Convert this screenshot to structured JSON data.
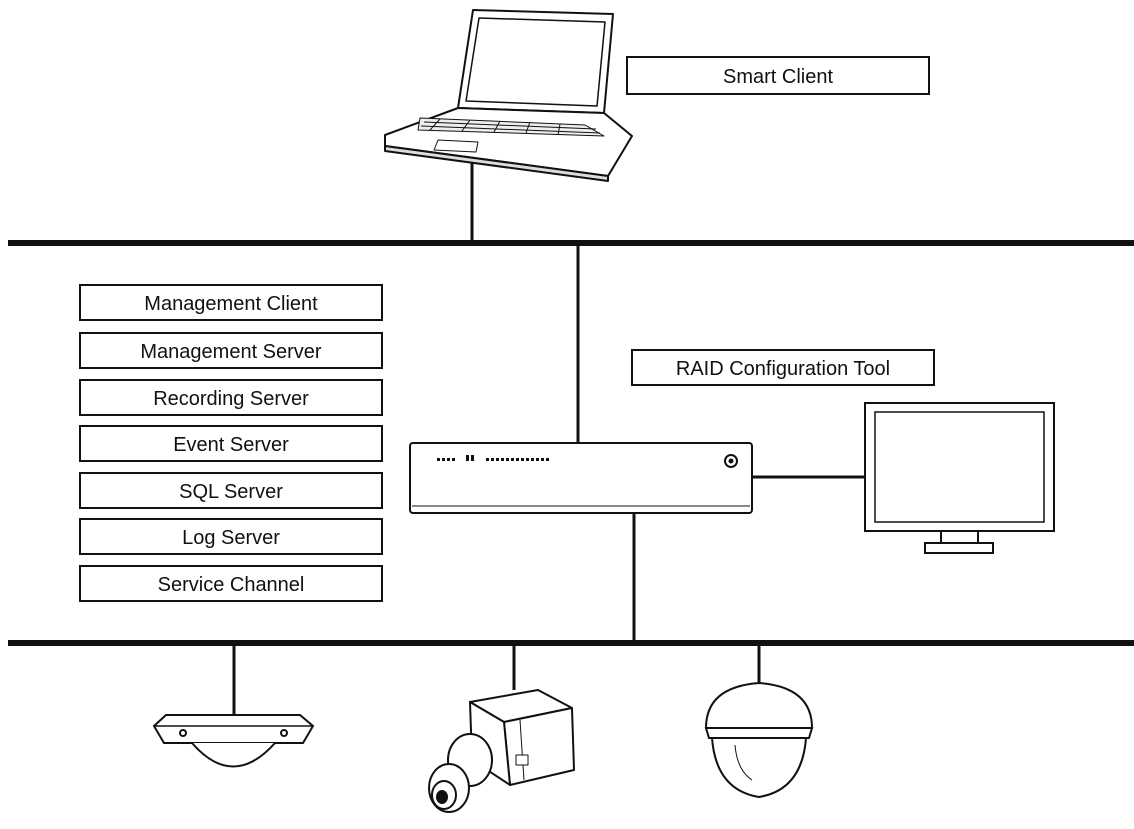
{
  "labels": {
    "smart_client": "Smart Client",
    "raid_tool": "RAID Configuration Tool"
  },
  "components": [
    "Management Client",
    "Management Server",
    "Recording Server",
    "Event Server",
    "SQL Server",
    "Log Server",
    "Service Channel"
  ],
  "icons": {
    "laptop": "laptop-icon",
    "server": "server-appliance-icon",
    "monitor": "monitor-icon",
    "camera_fisheye": "fisheye-camera-icon",
    "camera_box": "box-camera-icon",
    "camera_dome": "dome-camera-icon"
  }
}
